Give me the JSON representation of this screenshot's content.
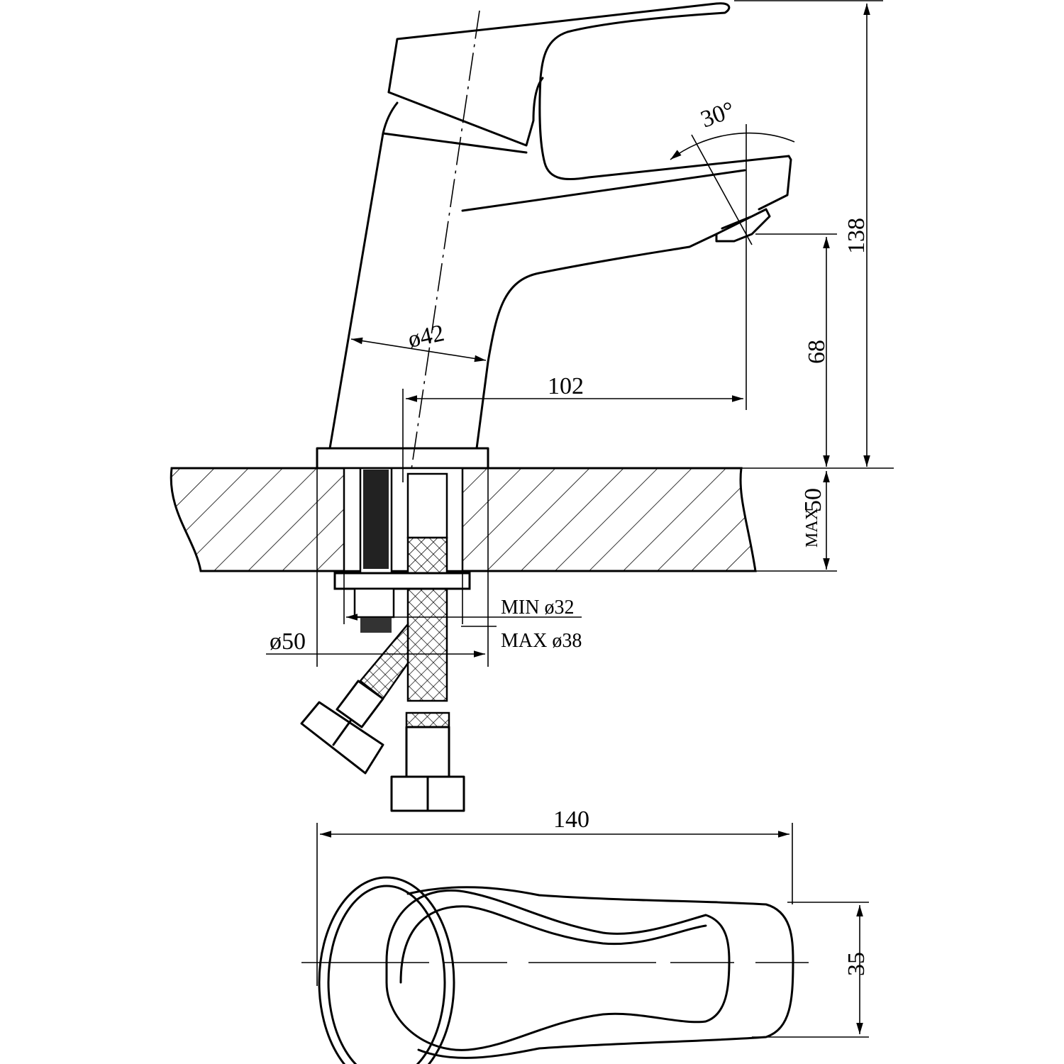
{
  "drawing": {
    "title": "Basin mixer dimension drawing",
    "dimensions": {
      "handle_angle": "30°",
      "total_height": "138",
      "spout_height": "68",
      "body_diameter": "ø42",
      "spout_reach": "102",
      "countertop_max_label": "MAX",
      "countertop_max_value": "50",
      "hole_min": "MIN ø32",
      "hole_max": "MAX ø38",
      "base_diameter": "ø50",
      "top_length": "140",
      "top_width": "35"
    },
    "colors": {
      "line": "#000000",
      "background": "#ffffff"
    }
  }
}
